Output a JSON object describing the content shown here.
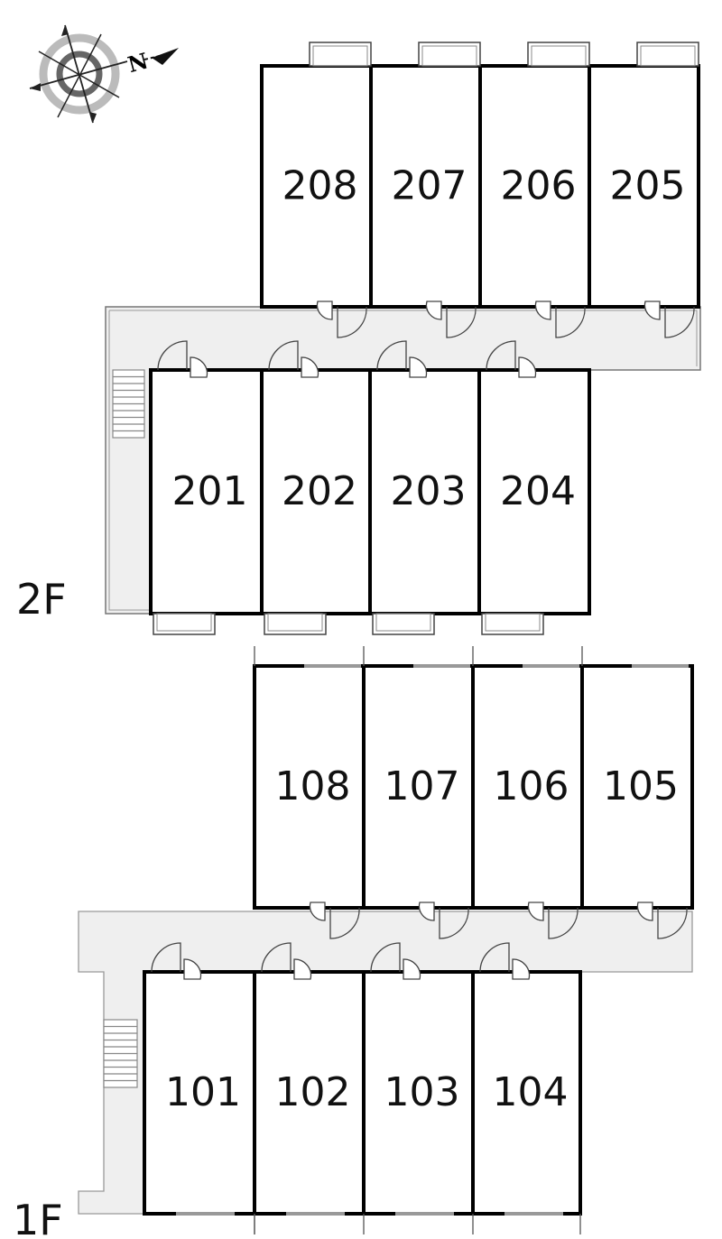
{
  "compass": {
    "north_label": "N",
    "icon": "compass-icon"
  },
  "floors": [
    {
      "label": "2F",
      "rooms_north_row": [
        "208",
        "207",
        "206",
        "205"
      ],
      "rooms_south_row": [
        "201",
        "202",
        "203",
        "204"
      ]
    },
    {
      "label": "1F",
      "rooms_north_row": [
        "108",
        "107",
        "106",
        "105"
      ],
      "rooms_south_row": [
        "101",
        "102",
        "103",
        "104"
      ]
    }
  ],
  "colors": {
    "wall": "#000000",
    "corridor": "#efefef",
    "fixture": "#888888"
  }
}
